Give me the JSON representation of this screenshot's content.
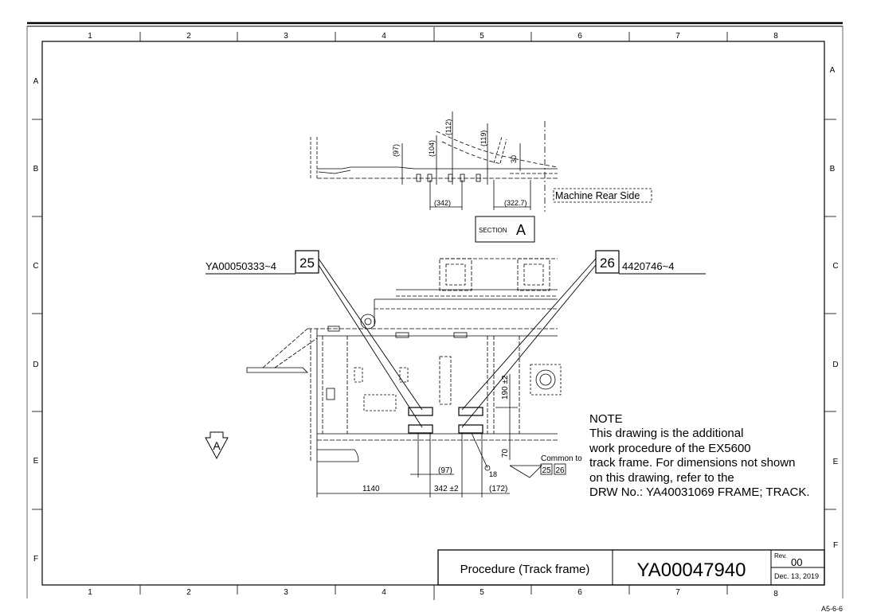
{
  "grid": {
    "columns": [
      "1",
      "2",
      "3",
      "4",
      "5",
      "6",
      "7",
      "8"
    ],
    "rows": [
      "A",
      "B",
      "C",
      "D",
      "E",
      "F"
    ]
  },
  "section_view": {
    "dimensions": [
      "(97)",
      "(104)",
      "(112)",
      "(119)",
      "30",
      "(342)",
      "(322.7)"
    ],
    "machine_side_label": "Machine Rear Side",
    "section_label_small": "SECTION",
    "section_label_letter": "A"
  },
  "callouts": {
    "left": {
      "number": "25",
      "part_no": "YA00050333~4"
    },
    "right": {
      "number": "26",
      "part_no": "4420746~4"
    }
  },
  "plan_view": {
    "dimensions": [
      "190 ±2",
      "70",
      "(97)",
      "18",
      "1140",
      "342 ±2",
      "(172)"
    ],
    "common_to_label": "Common to",
    "common_to_refs": [
      "25",
      "26"
    ],
    "view_marker": "A"
  },
  "note": {
    "title": "NOTE",
    "lines": [
      "This drawing is the additional",
      "work procedure of the EX5600",
      "track frame. For dimensions not shown",
      "on this drawing, refer to the",
      "DRW No.: YA40031069 FRAME; TRACK."
    ]
  },
  "title_block": {
    "title": "Procedure (Track frame)",
    "drawing_number": "YA00047940",
    "rev_label": "Rev.",
    "rev_value": "00",
    "date": "Dec. 13, 2019"
  },
  "page_ref": "A5-6-6"
}
